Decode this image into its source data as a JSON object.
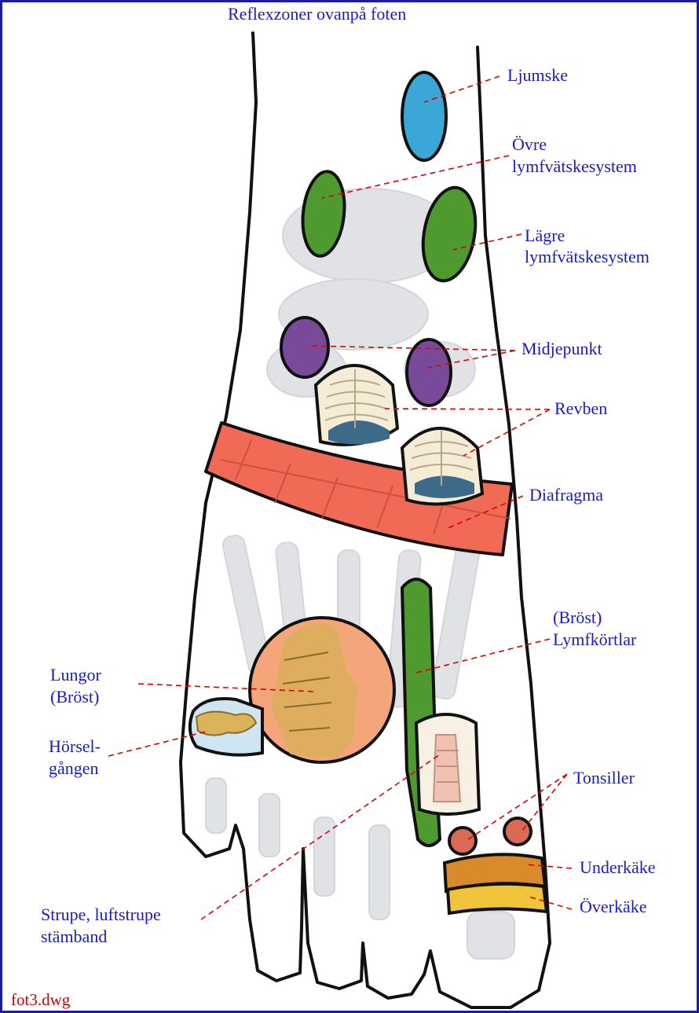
{
  "title": "Reflexzoner ovanpå foten",
  "filename": "fot3.dwg",
  "colors": {
    "label_text": "#1a1acc",
    "leader_line": "#e00000",
    "frame": "#1a1aa8",
    "filename_text": "#cc0000",
    "ljumske": "#3aa7d6",
    "lymph": "#4f9a2e",
    "midjepunkt": "#7a4a9a",
    "diafragma": "#f06a55",
    "lungor": "#f4a57a",
    "horselgangen": "#d9b45a",
    "underkake": "#d98a2a",
    "overkake": "#f2c43a",
    "tonsiller": "#d96a55"
  },
  "labels": {
    "ljumske": "Ljumske",
    "ovre_line1": "Övre",
    "ovre_line2": "lymfvätskesystem",
    "lagre_line1": "Lägre",
    "lagre_line2": "lymfvätskesystem",
    "midjepunkt": "Midjepunkt",
    "revben": "Revben",
    "diafragma": "Diafragma",
    "brost_line1": "(Bröst)",
    "brost_line2": "Lymfkörtlar",
    "lungor_line1": "Lungor",
    "lungor_line2": "(Bröst)",
    "horsel_line1": "Hörsel-",
    "horsel_line2": "gången",
    "tonsiller": "Tonsiller",
    "underkake": "Underkäke",
    "overkake": "Överkäke",
    "strupe_line1": "Strupe, luftstrupe",
    "strupe_line2": "stämband"
  }
}
